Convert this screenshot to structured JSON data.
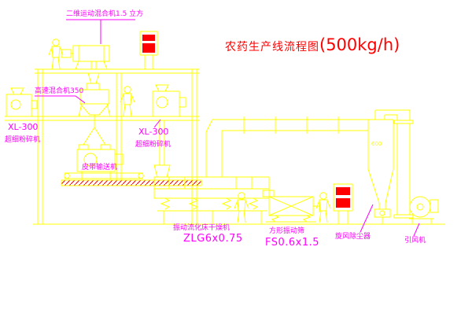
{
  "colors": {
    "background": "#ffffff",
    "line": "#ffff00",
    "label": "#ff00ff",
    "title": "#ff0000",
    "hatch": "#ff0000",
    "panel_fill": "#ff0000"
  },
  "title": {
    "text": "农药生产线流程图",
    "capacity": "(500kg/h)"
  },
  "equipment_labels": {
    "mixer_2d": "二维运动混合机1.5 立方",
    "high_speed_mixer": "高速混合机350",
    "pulverizer_left_model": "XL-300",
    "pulverizer_left_name": "超细粉碎机",
    "pulverizer_right_model": "XL-300",
    "pulverizer_right_name": "超细粉碎机",
    "belt_conveyor": "皮带输送机",
    "dryer_name": "振动流化床干燥机",
    "dryer_model": "ZLG6x0.75",
    "screen_name": "方形振动筛",
    "screen_model": "FS0.6x1.5",
    "cyclone": "旋风除尘器",
    "fan": "引风机",
    "cyclone_dimension": "600"
  }
}
